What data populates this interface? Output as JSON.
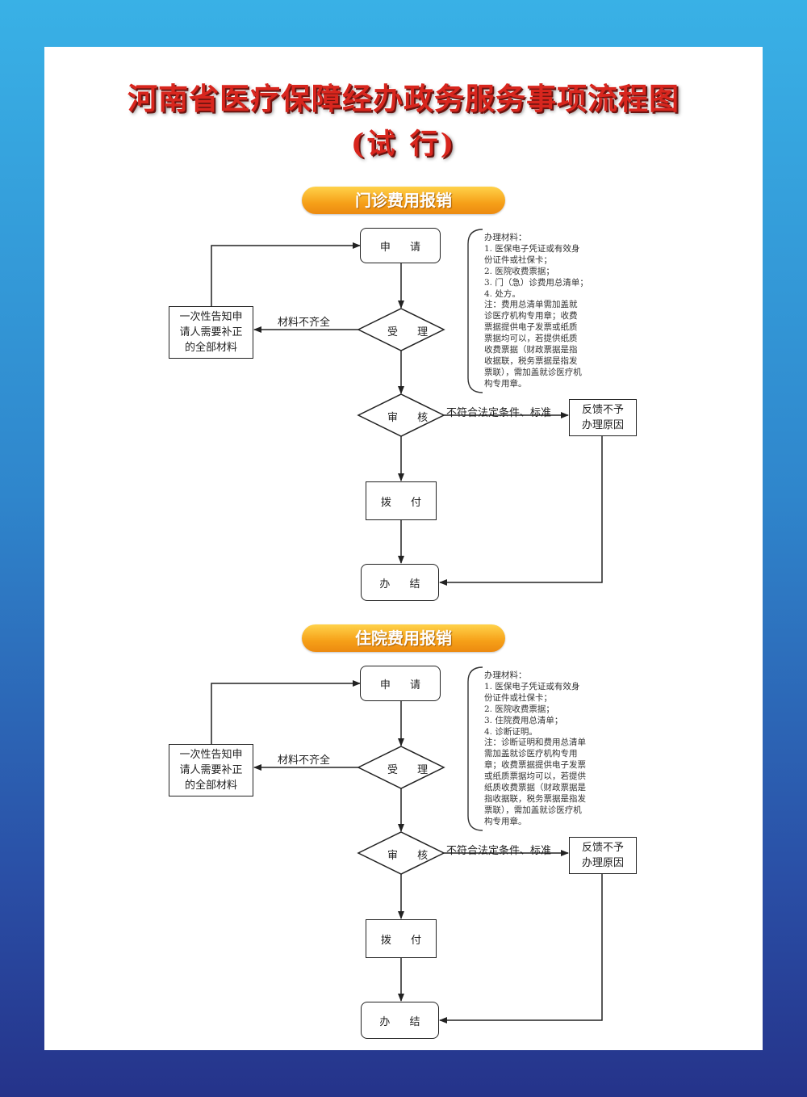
{
  "title": {
    "line1": "河南省医疗保障经办政务服务事项流程图",
    "line2": "(试 行)"
  },
  "flows": [
    {
      "section_title": "门诊费用报销",
      "steps": {
        "apply": "申 请",
        "accept": "受 理",
        "review": "审 核",
        "pay": "拨 付",
        "complete": "办 结"
      },
      "notify_box": "一次性告知申\n请人需要补正\n的全部材料",
      "incomplete_label": "材料不齐全",
      "reject_label": "不符合法定条件、标准",
      "feedback_box": "反馈不予\n办理原因",
      "materials": "办理材料：\n1. 医保电子凭证或有效身\n份证件或社保卡；\n2. 医院收费票据；\n3. 门（急）诊费用总清单；\n4. 处方。\n注：费用总清单需加盖就\n诊医疗机构专用章；收费\n票据提供电子发票或纸质\n票据均可以，若提供纸质\n收费票据（财政票据是指\n收据联，税务票据是指发\n票联），需加盖就诊医疗机\n构专用章。"
    },
    {
      "section_title": "住院费用报销",
      "steps": {
        "apply": "申 请",
        "accept": "受 理",
        "review": "审 核",
        "pay": "拨 付",
        "complete": "办 结"
      },
      "notify_box": "一次性告知申\n请人需要补正\n的全部材料",
      "incomplete_label": "材料不齐全",
      "reject_label": "不符合法定条件、标准",
      "feedback_box": "反馈不予\n办理原因",
      "materials": "办理材料：\n1. 医保电子凭证或有效身\n份证件或社保卡；\n2. 医院收费票据；\n3. 住院费用总清单；\n4. 诊断证明。\n注：诊断证明和费用总清单\n需加盖就诊医疗机构专用\n章；收费票据提供电子发票\n或纸质票据均可以，若提供\n纸质收费票据（财政票据是\n指收据联，税务票据是指发\n票联），需加盖就诊医疗机\n构专用章。"
    }
  ]
}
